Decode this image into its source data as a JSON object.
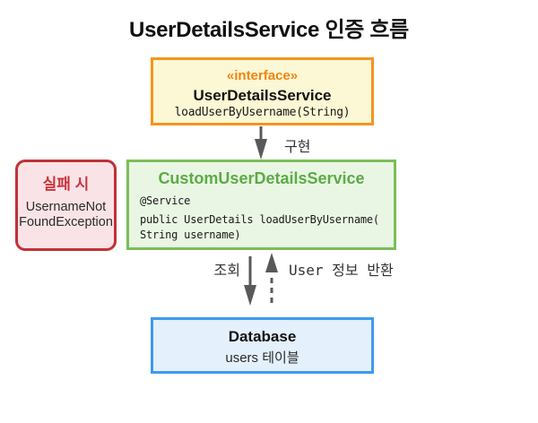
{
  "title": "UserDetailsService 인증 흐름",
  "colors": {
    "orange_border": "#F5941F",
    "orange_bg": "#FCF7D4",
    "orange_text": "#EF8511",
    "green_border": "#7CBE58",
    "green_bg": "#EAF6E4",
    "green_text": "#5CAB47",
    "red_border": "#BF3238",
    "red_bg": "#F9E3E6",
    "red_text": "#C9343B",
    "blue_border": "#3D9BEB",
    "blue_bg": "#E4F0FC",
    "arrow_gray": "#595959",
    "text_dark": "#2B2B2B"
  },
  "interface_box": {
    "stereotype": "«interface»",
    "name": "UserDetailsService",
    "method": "loadUserByUsername(String)"
  },
  "service_box": {
    "name": "CustomUserDetailsService",
    "annotation": "@Service",
    "signature_line1": "public UserDetails loadUserByUsername(",
    "signature_line2": "String username)"
  },
  "failure_box": {
    "title": "실패 시",
    "exception_line1": "UsernameNot",
    "exception_line2": "FoundException"
  },
  "database_box": {
    "name": "Database",
    "subtitle": "users 테이블"
  },
  "arrows": {
    "implements_label": "구현",
    "query_label": "조회",
    "return_label": "User 정보 반환"
  }
}
